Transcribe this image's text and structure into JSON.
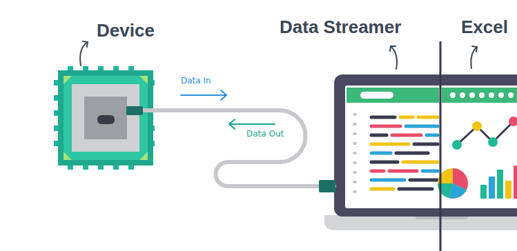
{
  "diagram": {
    "nodes": [
      {
        "text": [
          "Device"
        ]
      },
      {
        "text": [
          "Data Streamer"
        ]
      },
      {
        "text": [
          "Excel"
        ]
      }
    ],
    "edges": [
      {
        "from": 0,
        "to": 1,
        "arrow": "none"
      }
    ],
    "labels": [
      "Data In",
      "Data Out"
    ]
  }
}
